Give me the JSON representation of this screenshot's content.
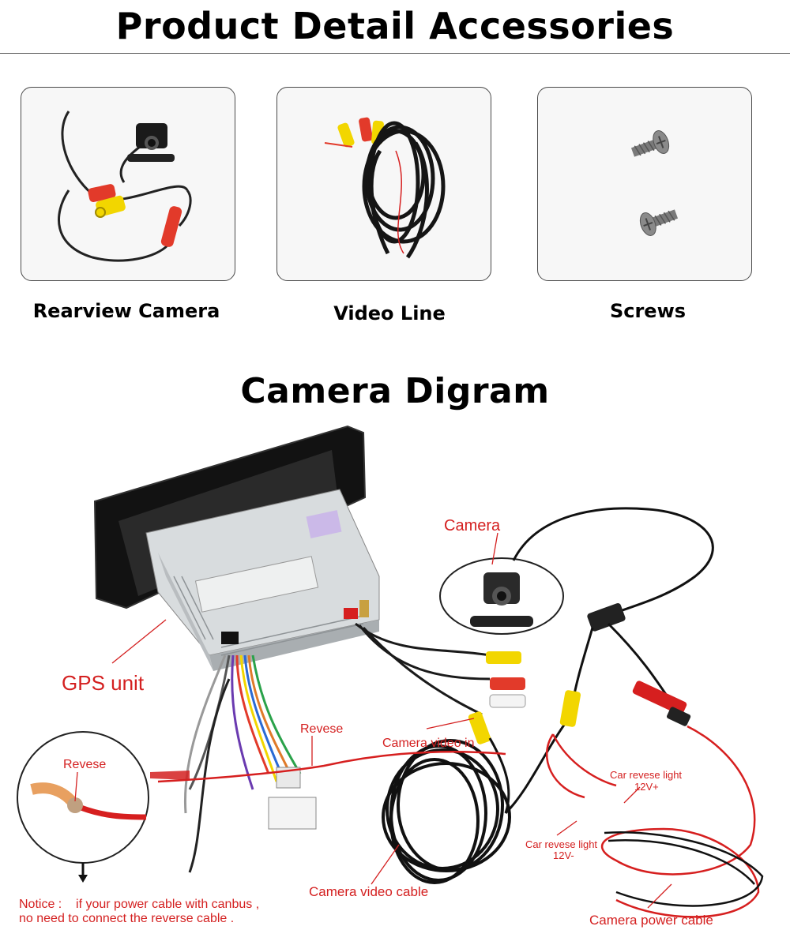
{
  "header": {
    "title": "Product Detail Accessories"
  },
  "accessories": [
    {
      "caption": "Rearview Camera"
    },
    {
      "caption": "Video Line"
    },
    {
      "caption": "Screws"
    }
  ],
  "diagram": {
    "title": "Camera Digram",
    "labels": {
      "camera": "Camera",
      "gps_unit": "GPS unit",
      "revese_top": "Revese",
      "revese_inset": "Revese",
      "camera_video_in": "Camera video in",
      "car_revese_light_pos_line1": "Car revese light",
      "car_revese_light_pos_line2": "12V+",
      "car_revese_light_neg_line1": "Car revese light",
      "car_revese_light_neg_line2": "12V-",
      "camera_video_cable": "Camera video cable",
      "camera_power_cable": "Camera power cable",
      "notice_line1": "Notice :    if your power cable with canbus ,",
      "notice_line2": "no need to connect the reverse cable ."
    },
    "colors": {
      "label_red": "#d42020",
      "cable_red": "#d61f1f",
      "rca_yellow": "#f2d600"
    }
  }
}
